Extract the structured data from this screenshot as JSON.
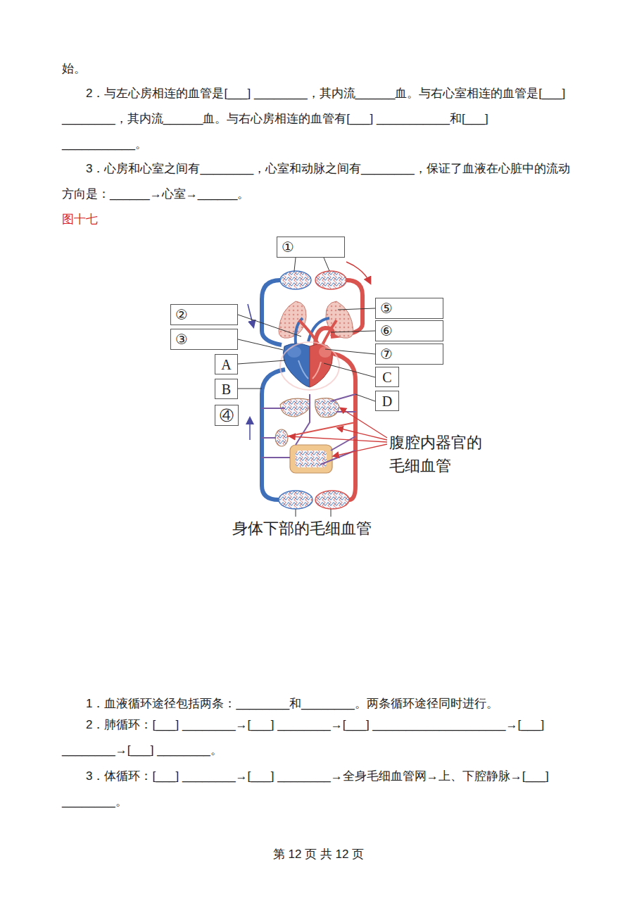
{
  "diagram": {
    "nodes": [
      {
        "text": [
          "①"
        ]
      },
      {
        "text": [
          "②"
        ]
      },
      {
        "text": [
          "⑤"
        ]
      },
      {
        "text": [
          "⑥"
        ]
      },
      {
        "text": [
          "③"
        ]
      },
      {
        "text": [
          "⑦"
        ]
      },
      {
        "text": [
          "A"
        ]
      },
      {
        "text": [
          "C"
        ]
      },
      {
        "text": [
          "B"
        ]
      },
      {
        "text": [
          "D"
        ]
      },
      {
        "text": [
          "④"
        ]
      }
    ],
    "labels": [
      "始。",
      "2．与左心房相连的血管是[___] ________，其内流______血。与右心室相连的血管是[___] ________，其内流______血。与右心房相连的血管有[___] ___________和[___] ___________。",
      "3．心房和心室之间有________，心室和动脉之间有________，保证了血液在心脏中的流动方向是：______→心室→______。",
      "图十七",
      "腹腔内器官的 毛细血管",
      "身体下部的毛细血管",
      "1．血液循环途径包括两条：________和________。两条循环途径同时进行。",
      "2．肺循环：[___] ________→[___] ________→[___] ____________________→[___] ________→[___] ________。",
      "3．体循环：[___] ________→[___] ________→全身毛细血管网→上、下腔静脉→[___] ________。",
      "第 12 页 共 12 页"
    ]
  }
}
